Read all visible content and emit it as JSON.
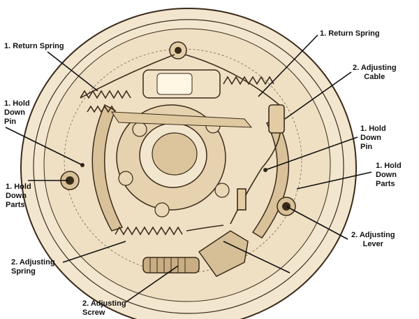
{
  "labels": {
    "return_spring_left": "1. Return Spring",
    "return_spring_right": "1. Return Spring",
    "hold_down_pin_left": "1. Hold\nDown\nPin",
    "hold_down_parts_left": "1. Hold\nDown\nParts",
    "adjusting_cable": "2. Adjusting\nCable",
    "hold_down_pin_right": "1. Hold\nDown\nPin",
    "hold_down_parts_right": "1. Hold\nDown\nParts",
    "adjusting_lever": "2. Adjusting\nLever",
    "adjusting_spring": "2. Adjusting\nSpring",
    "adjusting_screw": "2. Adjusting\nScrew"
  },
  "colors": {
    "paper": "#f3e6cf",
    "ink": "#3a2a1a",
    "shade": "#c8b08c",
    "leader": "#111111"
  }
}
